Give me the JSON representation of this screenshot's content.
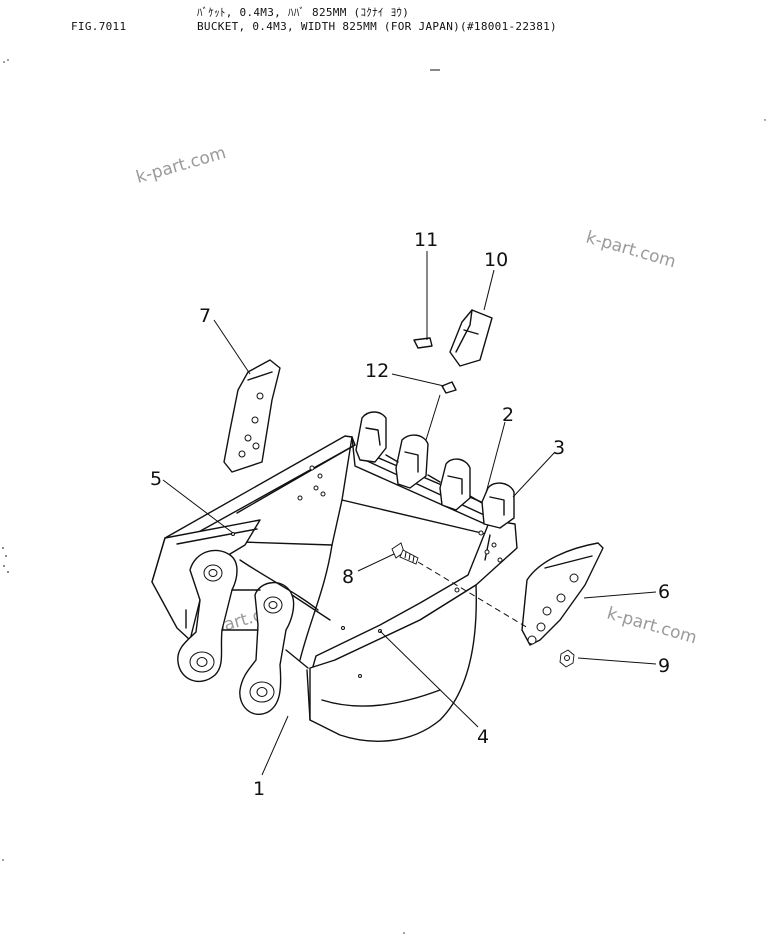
{
  "header": {
    "figure_id": "FIG.7011",
    "title_jp": "ﾊﾞｹｯﾄ, 0.4M3, ﾊﾊﾞ 825MM (ｺｸﾅｲ ﾖｳ)",
    "title_en": "BUCKET, 0.4M3, WIDTH 825MM (FOR JAPAN)(#18001-22381)"
  },
  "callouts": [
    "1",
    "2",
    "3",
    "4",
    "5",
    "6",
    "7",
    "8",
    "9",
    "10",
    "11",
    "12"
  ],
  "watermark": "k-part.com"
}
